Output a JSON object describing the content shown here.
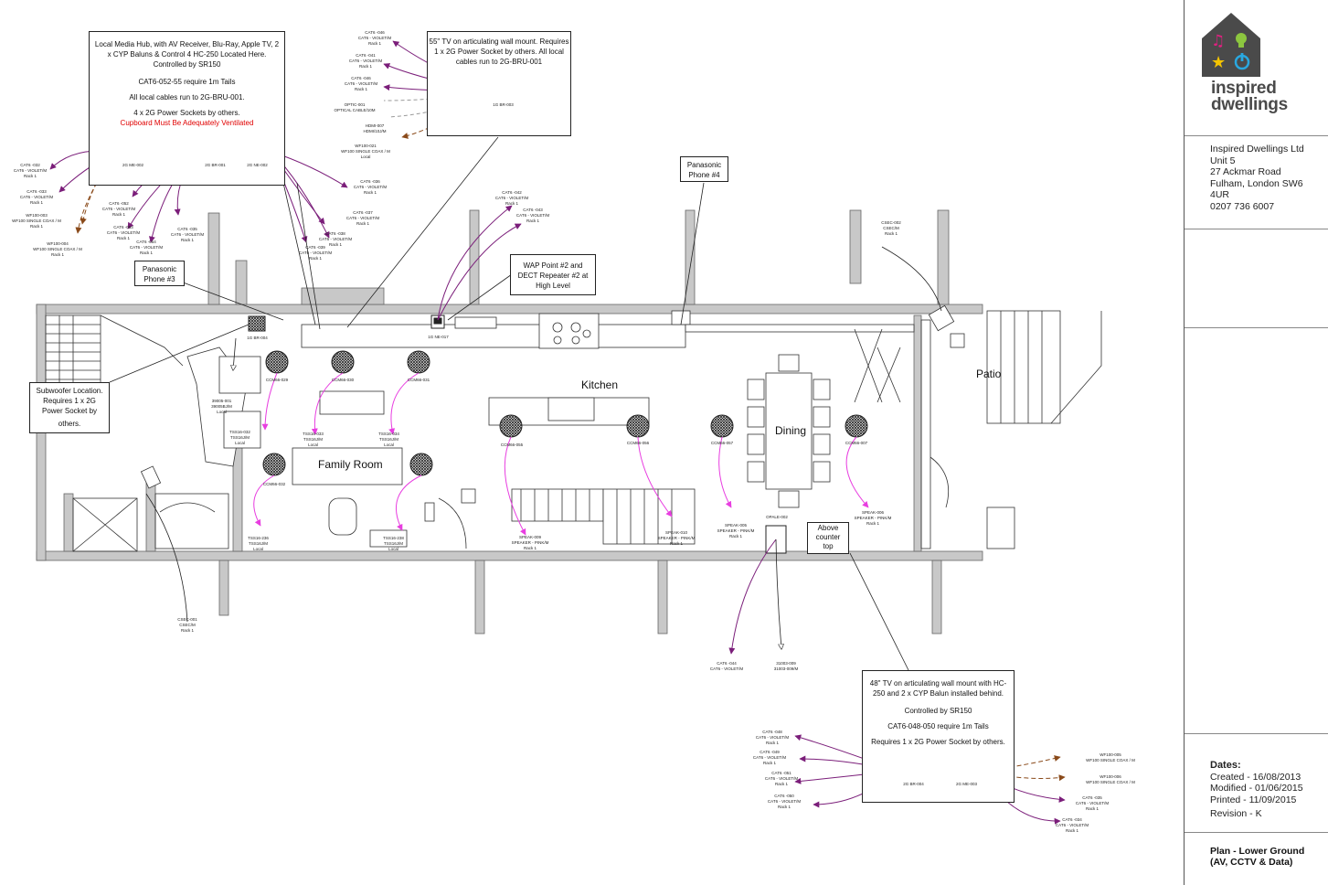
{
  "notes": {
    "hub": {
      "l1": "Local Media Hub, with AV Receiver, Blu-Ray, Apple TV, 2",
      "l2": "x CYP Baluns & Control 4 HC-250 Located Here.",
      "l3": "Controlled by SR150",
      "l4": "CAT6-052-55 require 1m Tails",
      "l5": "All local cables run to 2G-BRU-001.",
      "l6": "4 x 2G Power Sockets by others.",
      "l7": "Cupboard Must Be Adequately Ventilated"
    },
    "tv55": {
      "l1": "55\" TV on articulating wall mount. Requires",
      "l2": "1 x 2G Power Socket by others. All local",
      "l3": "cables run to 2G-BRU-001"
    },
    "phone4": {
      "l1": "Panasonic",
      "l2": "Phone #4"
    },
    "phone3": {
      "l1": "Panasonic",
      "l2": "Phone #3"
    },
    "wap": {
      "l1": "WAP Point #2 and",
      "l2": "DECT Repeater #2 at",
      "l3": "High Level"
    },
    "sub": {
      "l1": "Subwoofer Location.",
      "l2": "Requires 1 x 2G",
      "l3": "Power Socket by",
      "l4": "others."
    },
    "above": {
      "l1": "Above",
      "l2": "counter",
      "l3": "top"
    },
    "tv48": {
      "l1": "48\" TV on articulating wall mount with HC-",
      "l2": "250 and 2 x CYP Balun installed behind.",
      "l3": "Controlled by SR150",
      "l4": "CAT6-048-050 require 1m Tails",
      "l5": "Requires 1 x 2G Power Socket by others."
    }
  },
  "rooms": {
    "kitchen": "Kitchen",
    "family": "Family Room",
    "dining": "Dining",
    "patio": "Patio"
  },
  "labels": {
    "a1": "CAT6 -046\nCAT6 - VIOLET/M\nRack 1",
    "a2": "CAT6 -041\nCAT6 - VIOLET/M\nRack 1",
    "a3": "CAT6 -046\nCAT6 - VIOLET/M\nRack 1",
    "a4": "OPTIC-001\nOPTICAL CABLE/10M",
    "a5": "HDMI-007\nHDMI/10J/M",
    "a6": "WF100-021\nWF100 SINGLE COAX / M\nLocal",
    "a7": "1G BR-003",
    "b1": "CAT6 -032\nCAT6 - VIOLET/M\nRack 1",
    "b2": "CAT6 -033\nCAT6 - VIOLET/M\nRack 1",
    "b3": "WF100-003\nWF100 SINGLE COAX / M\nRack 1",
    "b4": "WF100-004\nWF100 SINGLE COAX / M\nRack 1",
    "b5": "CAT6 -052\nCAT6 - VIOLET/M\nRack 1",
    "b6": "CAT6 -053\nCAT6 - VIOLET/M\nRack 1",
    "b7": "CAT6 -054\nCAT6 - VIOLET/M\nRack 1",
    "b8": "CAT6 -035\nCAT6 - VIOLET/M\nRack 1",
    "b9": "CAT6 -036\nCAT6 - VIOLET/M\nRack 1",
    "b10": "CAT6 -037\nCAT6 - VIOLET/M\nRack 1",
    "b11": "CAT6 -038\nCAT6 - VIOLET/M\nRack 1",
    "b12": "CAT6 -039\nCAT6 - VIOLET/M\nRack 1",
    "bx1": "2G ME-002",
    "bx2": "2G BR-001",
    "bx3": "2G NE-002",
    "c1": "CAT6 -042\nCAT6 - VIOLET/M\nRack 1",
    "c2": "CAT6 -043\nCAT6 - VIOLET/M\nRack 1",
    "c3": "1G NE-017",
    "d1": "CSEC-002\nCSEC/M\nRack 1",
    "d2": "CSEC-001\nCSEC/M\nRack 1",
    "e1": "1G BR-004",
    "e2": "39005-001\n39005BJ/M\nLocal",
    "e3": "CCM66-029",
    "e4": "CCM66-030",
    "e5": "CCM66-031",
    "e6": "TSS16-032\nTSS16J/M\nLocal",
    "e7": "TSS16-033\nTSS16J/M\nLocal",
    "e8": "TSS16-034\nTSS16J/M\nLocal",
    "e9": "CCM66-032",
    "e10": "TSS16-236\nTSS16J/M\nLocal",
    "e11": "TSS16-238\nTSS16J/M\nLocal",
    "f1": "CCM66-055",
    "f2": "CCM66-056",
    "f3": "CCM66-057",
    "f4": "CCM66-007",
    "f5": "SPEAK-009\nSPEAKER - PINK/M\nRack 1",
    "f6": "SPEAK-010\nSPEAKER - PINK/M\nRack 1",
    "f7": "SPEAK-005\nSPEAKER - PINK/M\nRack 1",
    "f8": "SPEAK-006\nSPEAKER - PINK/M\nRack 1",
    "f9": "OPALE-002",
    "g1": "CAT6 -044\nCAT6 - VIOLET/M",
    "g2": "31003-009\n31003-009/M",
    "h1": "CAT6 -048\nCAT6 - VIOLET/M\nRack 1",
    "h2": "CAT6 -049\nCAT6 - VIOLET/M\nRack 1",
    "h3": "CAT6 -051\nCAT6 - VIOLET/M\nRack 1",
    "h4": "CAT6 -050\nCAT6 - VIOLET/M\nRack 1",
    "h5": "2G BR-004",
    "h6": "2G ME-003",
    "h7": "WF100-005\nWF100 SINGLE COAX / M",
    "h8": "WF100-006\nWF100 SINGLE COAX / M",
    "h9": "CAT6 -035\nCAT6 - VIOLET/M\nRack 1",
    "h10": "CAT6 -034\nCAT6 - VIOLET/M\nRack 1"
  },
  "titleblock": {
    "brand1": "inspired",
    "brand2": "dwellings",
    "company": "Inspired Dwellings Ltd",
    "addr1": "Unit 5",
    "addr2": "27 Ackmar Road",
    "addr3": "Fulham, London SW6",
    "addr4": "4UR",
    "phone": "0207 736 6007",
    "dates_heading": "Dates:",
    "created": "Created  - 16/08/2013",
    "modified": "Modified  - 01/06/2015",
    "printed": "Printed  - 11/09/2015",
    "revision": "Revision  - K",
    "plan1": "Plan - Lower Ground",
    "plan2": "(AV, CCTV & Data)"
  },
  "colors": {
    "cat6": "#7b1e7a",
    "speaker": "#e83ee0",
    "coax": "#8a4a1a",
    "wall": "#c8c8c8",
    "logo_bg": "#4a4a4a"
  }
}
